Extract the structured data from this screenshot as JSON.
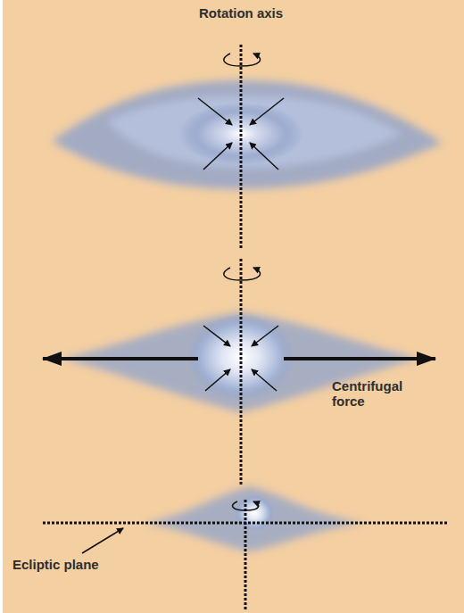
{
  "diagram": {
    "labels": [
      "Rotation axis",
      "Centrifugal force",
      "Ecliptic plane"
    ]
  }
}
